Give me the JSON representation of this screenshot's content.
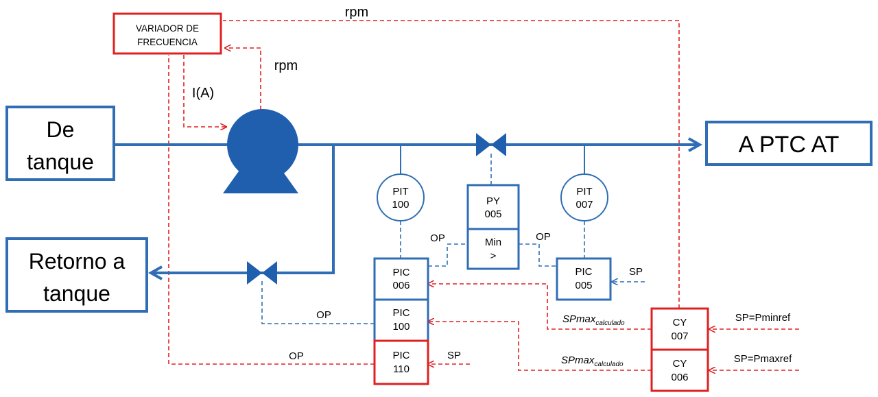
{
  "colors": {
    "process": "#2f6db5",
    "signal_red": "#e02020",
    "pump": "#1f5fae"
  },
  "terminals": {
    "from_tank": [
      "De",
      "tanque"
    ],
    "to_ptc": "A PTC AT",
    "return_tank": [
      "Retorno a",
      "tanque"
    ]
  },
  "vfd": {
    "line1": "VARIADOR DE",
    "line2": "FRECUENCIA"
  },
  "instruments": {
    "pit100": [
      "PIT",
      "100"
    ],
    "pit007": [
      "PIT",
      "007"
    ],
    "py005": [
      "PY",
      "005"
    ],
    "min_selector": [
      "Min",
      ">"
    ],
    "pic006": [
      "PIC",
      "006"
    ],
    "pic100": [
      "PIC",
      "100"
    ],
    "pic110": [
      "PIC",
      "110"
    ],
    "pic005": [
      "PIC",
      "005"
    ],
    "cy007": [
      "CY",
      "007"
    ],
    "cy006": [
      "CY",
      "006"
    ]
  },
  "signals": {
    "rpm_top": "rpm",
    "rpm_pump": "rpm",
    "current": "I(A)",
    "op_py_left": "OP",
    "op_py_right": "OP",
    "op_valve": "OP",
    "op_vfd": "OP",
    "sp_pic005": "SP",
    "sp_pic110": "SP",
    "sp_min": "SP=Pminref",
    "sp_max": "SP=Pmaxref",
    "spmax_1": "SPmax",
    "spmax_1_sub": "calculado",
    "spmax_2": "SPmax",
    "spmax_2_sub": "calculado"
  }
}
